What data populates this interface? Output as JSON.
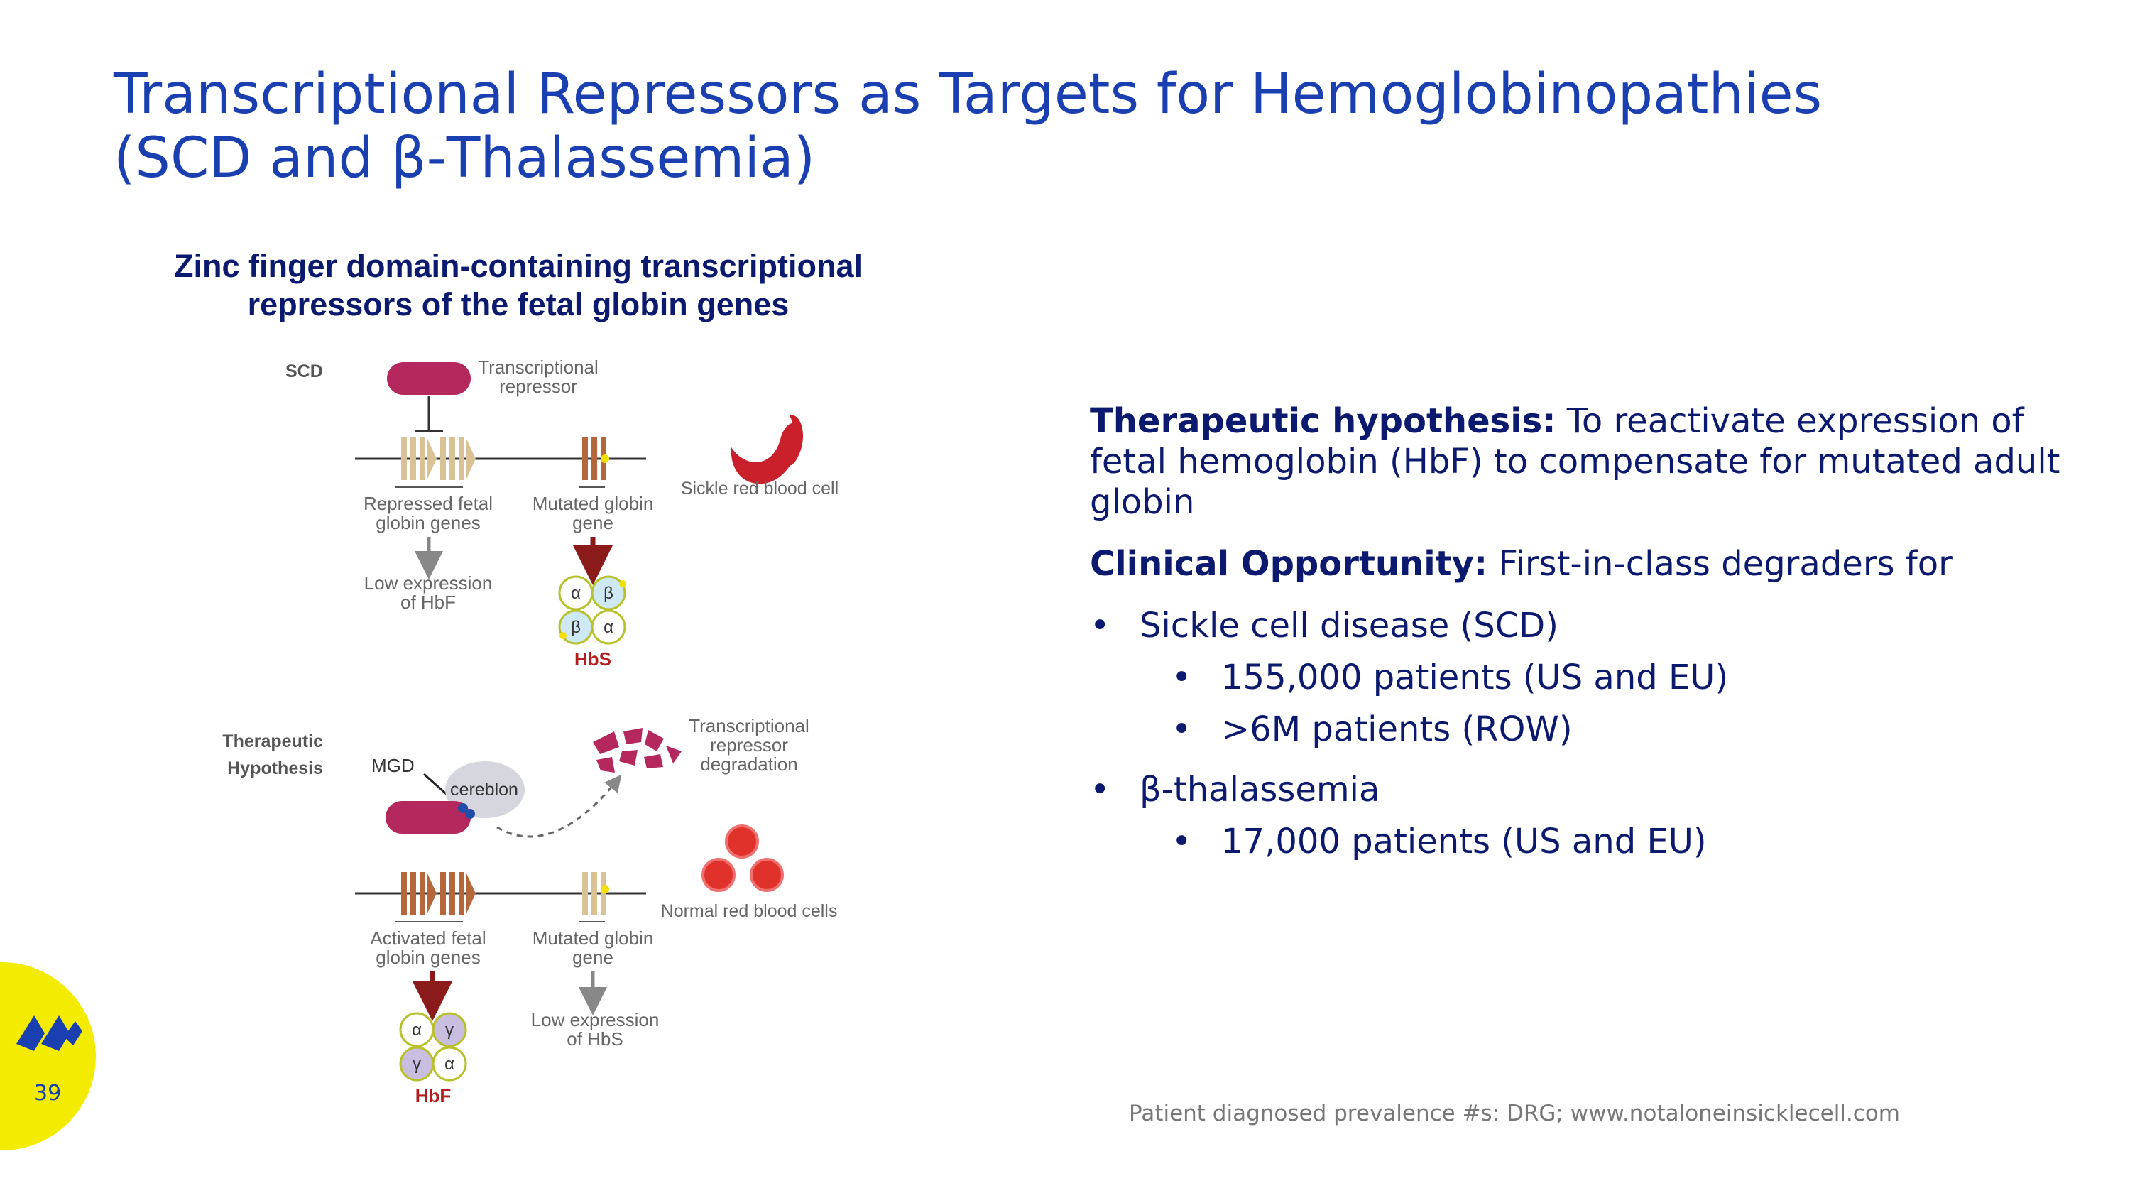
{
  "slide": {
    "title_line1": "Transcriptional Repressors as Targets for Hemoglobinopathies",
    "title_line2": "(SCD and β-Thalassemia)",
    "page_number": "39",
    "footnote": "Patient diagnosed prevalence #s: DRG; www.notaloneinsicklecell.com"
  },
  "diagram": {
    "heading_line1": "Zinc finger domain-containing transcriptional",
    "heading_line2": "repressors of the fetal globin genes",
    "scd_label": "SCD",
    "repressor_label_1": "Transcriptional",
    "repressor_label_2": "repressor",
    "repressed_1": "Repressed fetal",
    "repressed_2": "globin genes",
    "mutated_1": "Mutated globin",
    "mutated_2": "gene",
    "sickle_label": "Sickle red blood cell",
    "low_hbf_1": "Low expression",
    "low_hbf_2": "of HbF",
    "hbs_label": "HbS",
    "hyp_label_1": "Therapeutic",
    "hyp_label_2": "Hypothesis",
    "mgd_label": "MGD",
    "cereblon_label": "cereblon",
    "degradation_1": "Transcriptional",
    "degradation_2": "repressor",
    "degradation_3": "degradation",
    "normal_label": "Normal red blood cells",
    "activated_1": "Activated fetal",
    "activated_2": "globin genes",
    "mutated2_1": "Mutated globin",
    "mutated2_2": "gene",
    "low_hbs_1": "Low expression",
    "low_hbs_2": "of HbS",
    "hbf_label": "HbF",
    "alpha": "α",
    "beta": "β",
    "gamma": "γ"
  },
  "content": {
    "hypothesis_label": "Therapeutic hypothesis:",
    "hypothesis_text": " To reactivate expression of fetal hemoglobin (HbF) to compensate for mutated adult globin",
    "opportunity_label": "Clinical Opportunity:",
    "opportunity_text": " First-in-class degraders for",
    "bullet_symbol": "•",
    "items": [
      {
        "label": "Sickle cell disease (SCD)",
        "subitems": [
          "155,000 patients (US and EU)",
          ">6M patients (ROW)"
        ]
      },
      {
        "label": "β-thalassemia",
        "subitems": [
          "17,000 patients (US and EU)"
        ]
      }
    ]
  },
  "colors": {
    "title": "#1a3fb0",
    "body": "#0b1a6e",
    "repressor": "#b5285e",
    "dark_red": "#8b1a1a",
    "rbc_red": "#e0312b",
    "badge_yellow": "#f4ec00"
  }
}
